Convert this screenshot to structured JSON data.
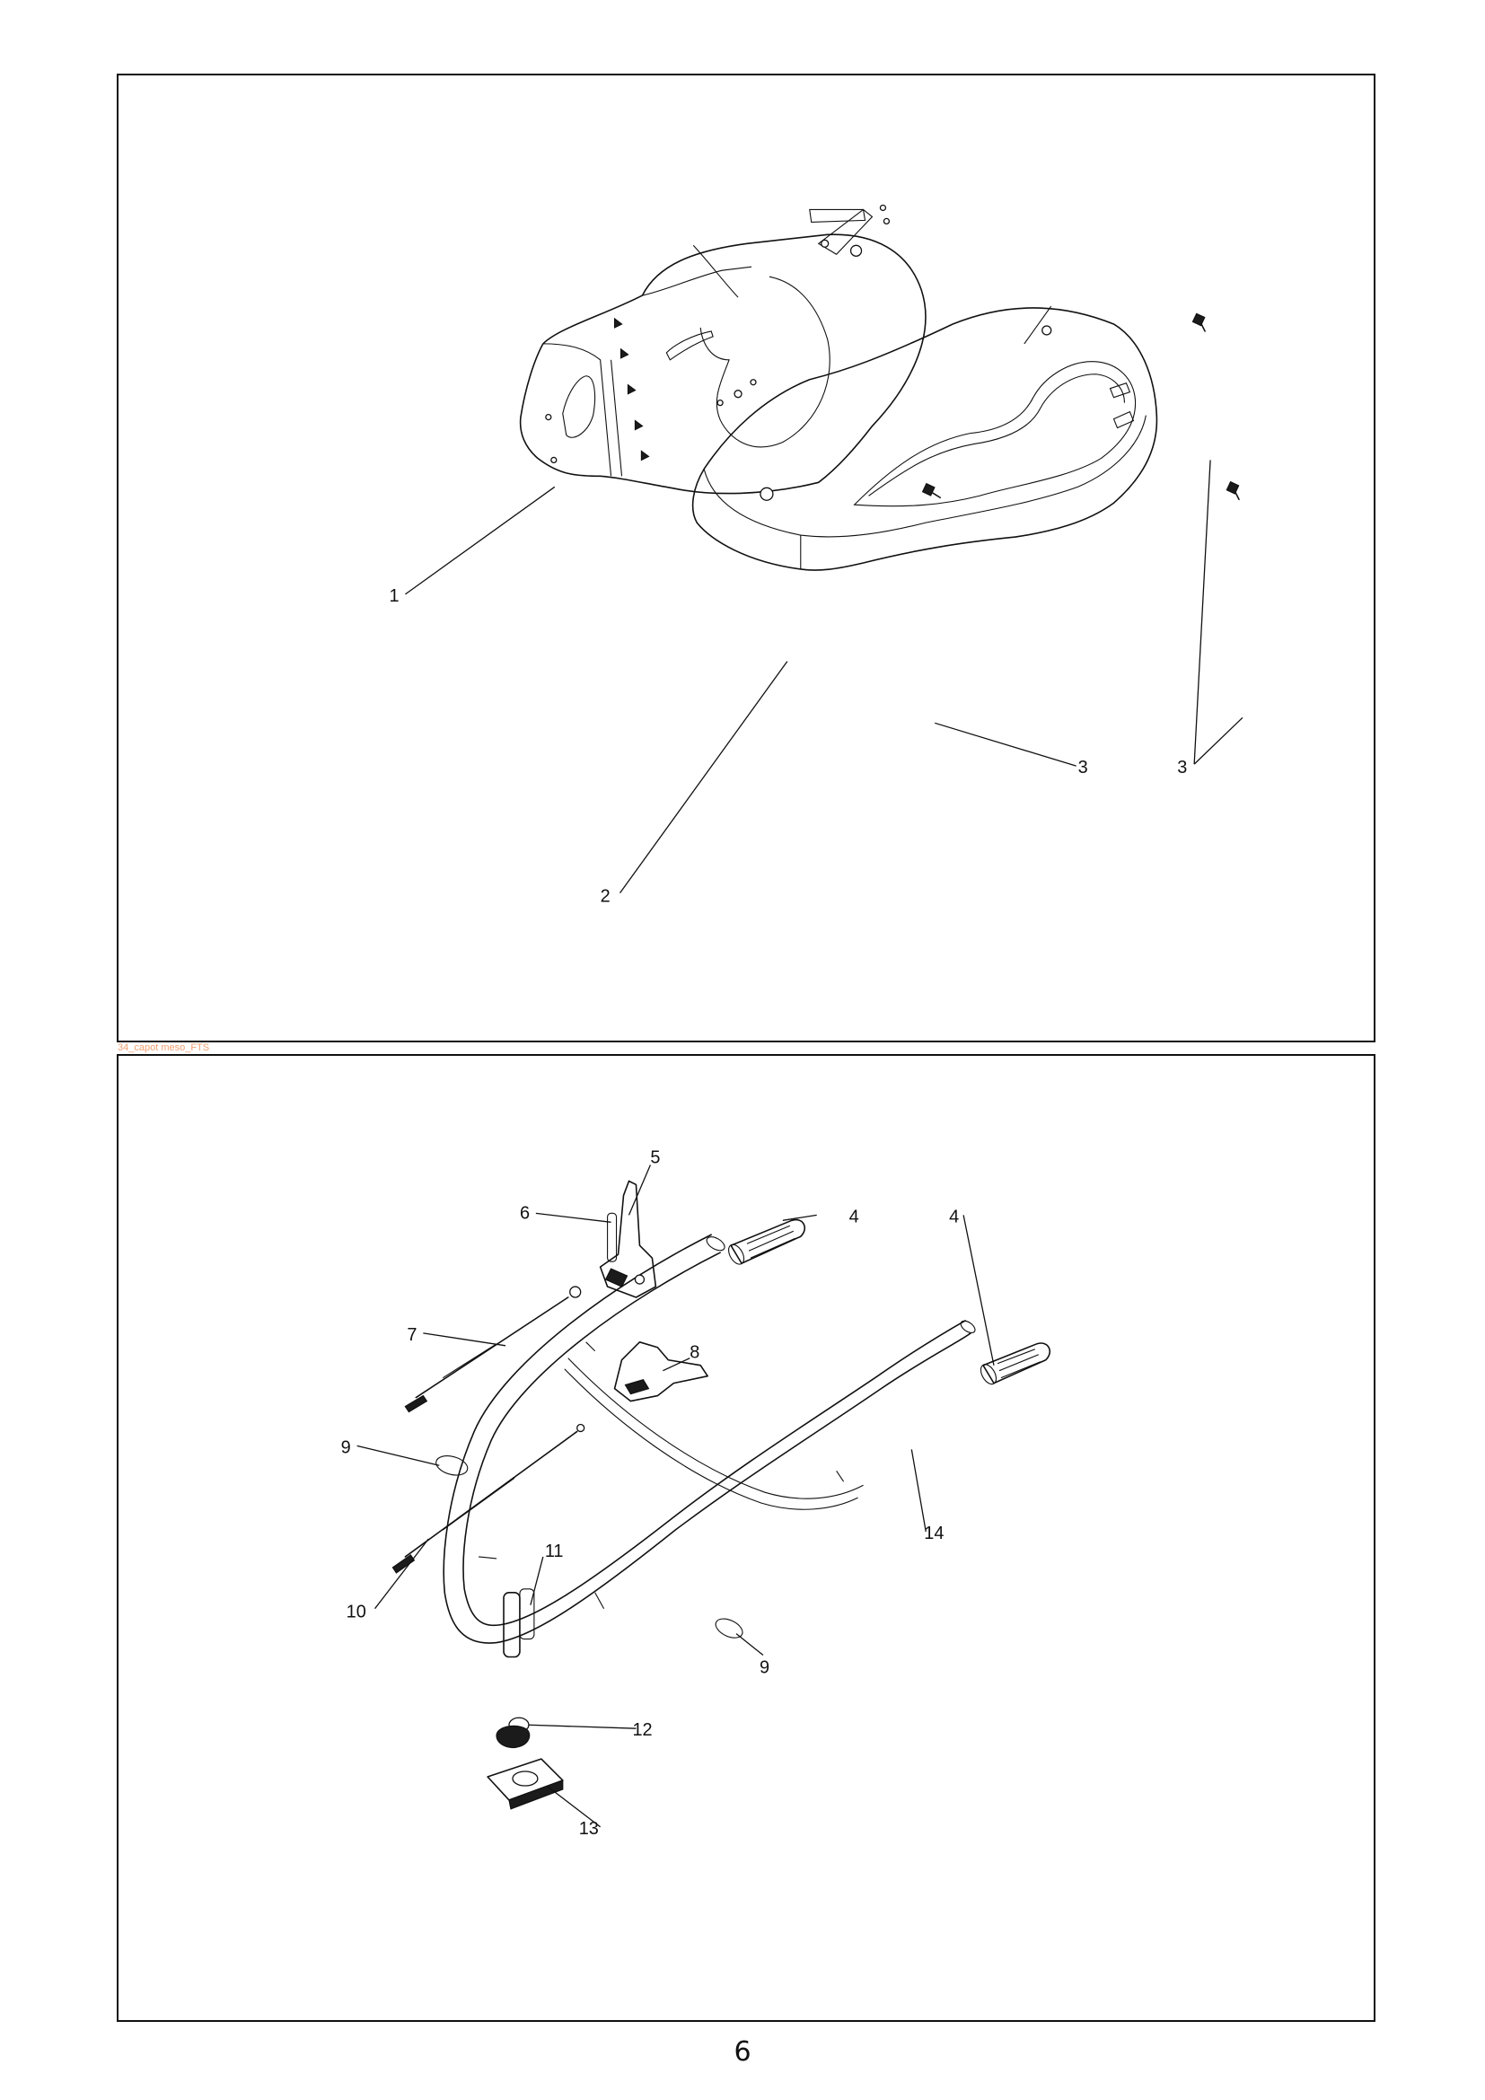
{
  "top_panel": {
    "callouts": [
      {
        "id": "1",
        "label": "1"
      },
      {
        "id": "2",
        "label": "2"
      },
      {
        "id": "3a",
        "label": "3"
      },
      {
        "id": "3b",
        "label": "3"
      }
    ]
  },
  "file_label": "34_capot meso_FTS",
  "bottom_panel": {
    "callouts": [
      {
        "id": "4a",
        "label": "4"
      },
      {
        "id": "4b",
        "label": "4"
      },
      {
        "id": "5",
        "label": "5"
      },
      {
        "id": "6",
        "label": "6"
      },
      {
        "id": "7",
        "label": "7"
      },
      {
        "id": "8",
        "label": "8"
      },
      {
        "id": "9a",
        "label": "9"
      },
      {
        "id": "9b",
        "label": "9"
      },
      {
        "id": "10",
        "label": "10"
      },
      {
        "id": "11",
        "label": "11"
      },
      {
        "id": "12",
        "label": "12"
      },
      {
        "id": "13",
        "label": "13"
      },
      {
        "id": "14",
        "label": "14"
      }
    ]
  },
  "page_number": "6"
}
